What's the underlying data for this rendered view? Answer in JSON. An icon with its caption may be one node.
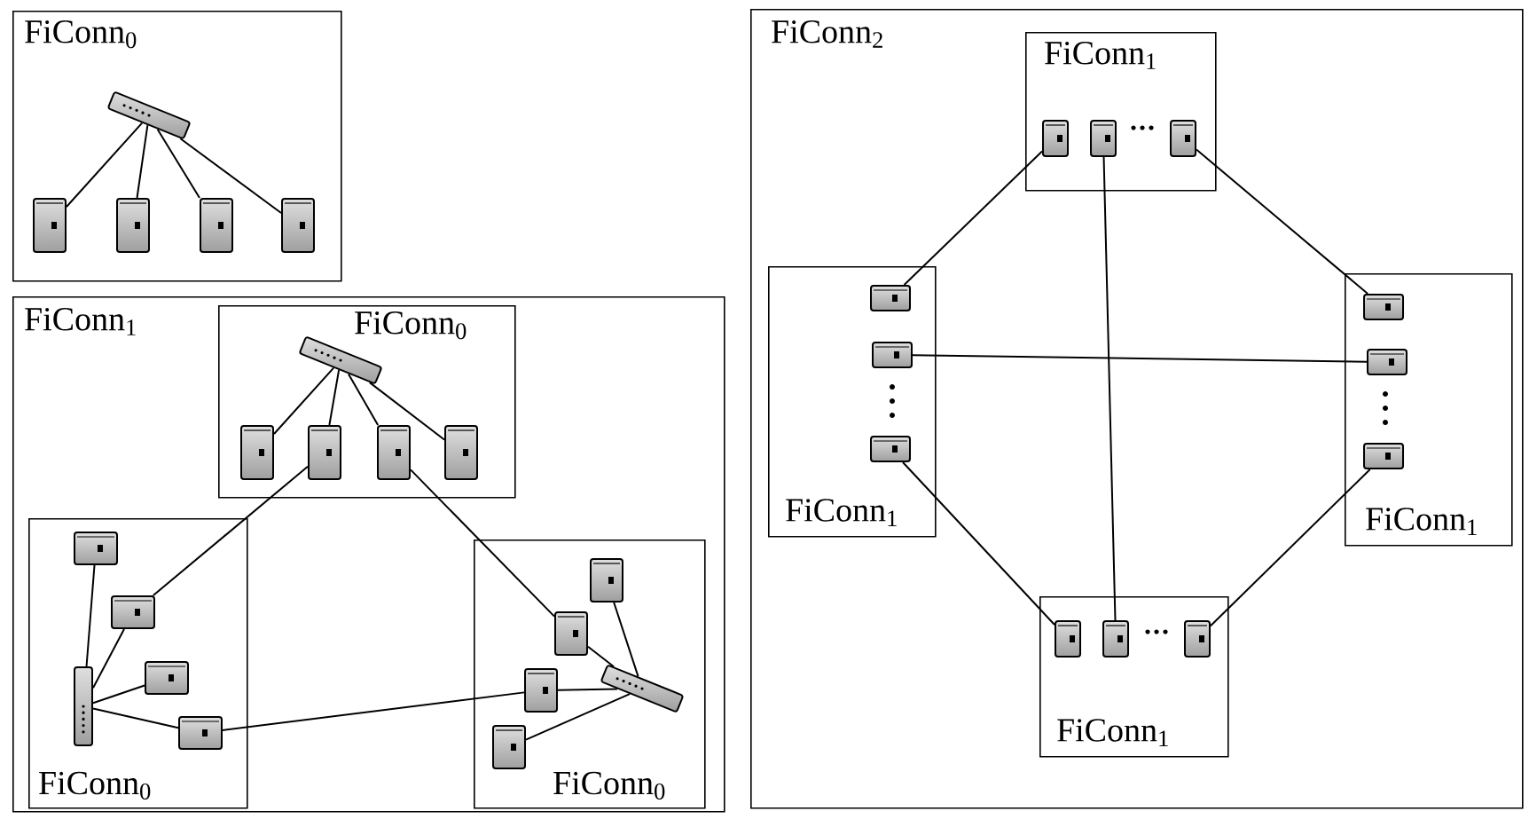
{
  "diagram": {
    "nodes": [
      {
        "text": [
          "FiConn$_{0}$"
        ]
      },
      {
        "text": [],
        "shape": "picture",
        "in": 0
      },
      {
        "text": [],
        "shape": "picture",
        "in": 0
      },
      {
        "text": [],
        "shape": "picture",
        "in": 0
      },
      {
        "text": [],
        "shape": "picture",
        "in": 0
      },
      {
        "text": [],
        "shape": "picture",
        "in": 0
      },
      {
        "text": [
          "FiConn$_{1}$"
        ]
      },
      {
        "text": [
          "FiConn$_{0}$"
        ],
        "in": 6
      },
      {
        "text": [],
        "shape": "picture",
        "in": 7
      },
      {
        "text": [],
        "shape": "picture",
        "in": 7
      },
      {
        "text": [],
        "shape": "picture",
        "in": 7
      },
      {
        "text": [],
        "shape": "picture",
        "in": 7
      },
      {
        "text": [],
        "shape": "picture",
        "in": 7
      },
      {
        "text": [
          "FiConn$_{0}$"
        ],
        "in": 6
      },
      {
        "text": [],
        "shape": "picture",
        "in": 13
      },
      {
        "text": [],
        "shape": "picture",
        "in": 13
      },
      {
        "text": [],
        "shape": "picture",
        "in": 13
      },
      {
        "text": [],
        "shape": "picture",
        "in": 13
      },
      {
        "text": [],
        "shape": "picture",
        "in": 13
      },
      {
        "text": [
          "FiConn$_{0}$"
        ],
        "in": 6
      },
      {
        "text": [],
        "shape": "picture",
        "in": 19
      },
      {
        "text": [],
        "shape": "picture",
        "in": 19
      },
      {
        "text": [],
        "shape": "picture",
        "in": 19
      },
      {
        "text": [],
        "shape": "picture",
        "in": 19
      },
      {
        "text": [],
        "shape": "picture",
        "in": 19
      },
      {
        "text": [
          "FiConn$_{2}$"
        ]
      },
      {
        "text": [
          "FiConn$_{1}$"
        ],
        "in": 25
      },
      {
        "text": [],
        "shape": "picture",
        "in": 26
      },
      {
        "text": [],
        "shape": "picture",
        "in": 26
      },
      {
        "text": [],
        "shape": "picture",
        "in": 26
      },
      {
        "text": [
          "FiConn$_{1}$"
        ],
        "in": 25
      },
      {
        "text": [],
        "shape": "picture",
        "in": 30
      },
      {
        "text": [],
        "shape": "picture",
        "in": 30
      },
      {
        "text": [],
        "shape": "picture",
        "in": 30
      },
      {
        "text": [
          "FiConn$_{1}$"
        ],
        "in": 25
      },
      {
        "text": [],
        "shape": "picture",
        "in": 34
      },
      {
        "text": [],
        "shape": "picture",
        "in": 34
      },
      {
        "text": [],
        "shape": "picture",
        "in": 34
      },
      {
        "text": [
          "FiConn$_{1}$"
        ],
        "in": 25
      },
      {
        "text": [],
        "shape": "picture",
        "in": 38
      },
      {
        "text": [],
        "shape": "picture",
        "in": 38
      },
      {
        "text": [],
        "shape": "picture",
        "in": 38
      }
    ],
    "edges": [
      {
        "from": 1,
        "to": 2,
        "arrow": "none"
      },
      {
        "from": 1,
        "to": 3,
        "arrow": "none"
      },
      {
        "from": 1,
        "to": 4,
        "arrow": "none"
      },
      {
        "from": 1,
        "to": 5,
        "arrow": "none"
      },
      {
        "from": 8,
        "to": 9,
        "arrow": "none"
      },
      {
        "from": 8,
        "to": 10,
        "arrow": "none"
      },
      {
        "from": 8,
        "to": 11,
        "arrow": "none"
      },
      {
        "from": 8,
        "to": 12,
        "arrow": "none"
      },
      {
        "from": 14,
        "to": 15,
        "arrow": "none"
      },
      {
        "from": 14,
        "to": 16,
        "arrow": "none"
      },
      {
        "from": 14,
        "to": 17,
        "arrow": "none"
      },
      {
        "from": 14,
        "to": 18,
        "arrow": "none"
      },
      {
        "from": 20,
        "to": 21,
        "arrow": "none"
      },
      {
        "from": 20,
        "to": 22,
        "arrow": "none"
      },
      {
        "from": 20,
        "to": 23,
        "arrow": "none"
      },
      {
        "from": 20,
        "to": 24,
        "arrow": "none"
      },
      {
        "from": 10,
        "to": 16,
        "arrow": "none"
      },
      {
        "from": 11,
        "to": 22,
        "arrow": "none"
      },
      {
        "from": 18,
        "to": 23,
        "arrow": "none"
      },
      {
        "from": 27,
        "to": 31,
        "arrow": "none"
      },
      {
        "from": 29,
        "to": 35,
        "arrow": "none"
      },
      {
        "from": 28,
        "to": 40,
        "arrow": "none"
      },
      {
        "from": 32,
        "to": 36,
        "arrow": "none"
      },
      {
        "from": 33,
        "to": 39,
        "arrow": "none"
      },
      {
        "from": 37,
        "to": 41,
        "arrow": "none"
      }
    ]
  }
}
